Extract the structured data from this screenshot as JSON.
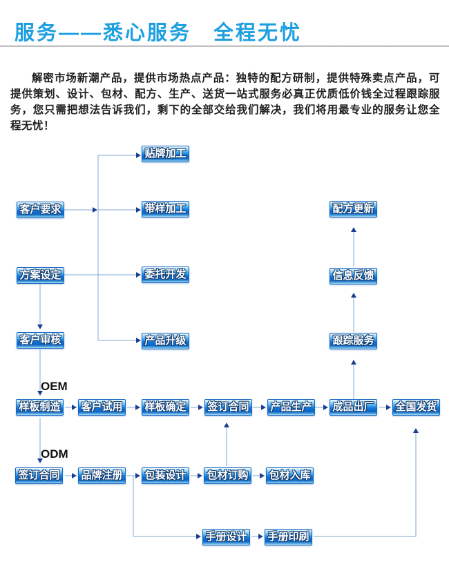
{
  "header": {
    "title": "服务——悉心服务　全程无忧"
  },
  "intro": {
    "text": "解密市场新潮产品，提供市场热点产品：独特的配方研制，提供特殊卖点产品，可提供策划、设计、包材、配方、生产、送货一站式服务必真正优质低价钱全过程跟踪服务，您只需把想法告诉我们，剩下的全部交给我们解决，我们将用最专业的服务让您全程无忧！"
  },
  "flowchart": {
    "oem_label": "OEM",
    "odm_label": "ODM",
    "nodes": [
      {
        "label": "贴牌加工"
      },
      {
        "label": "客户要求"
      },
      {
        "label": "带样加工"
      },
      {
        "label": "方案设定"
      },
      {
        "label": "委托开发"
      },
      {
        "label": "客户审核"
      },
      {
        "label": "产品升级"
      },
      {
        "label": "配方更新"
      },
      {
        "label": "信息反馈"
      },
      {
        "label": "跟踪服务"
      },
      {
        "label": "样板制造"
      },
      {
        "label": "客户试用"
      },
      {
        "label": "样板确定"
      },
      {
        "label": "签订合同"
      },
      {
        "label": "产品生产"
      },
      {
        "label": "成品出厂"
      },
      {
        "label": "全国发货"
      },
      {
        "label": "签订合同"
      },
      {
        "label": "品牌注册"
      },
      {
        "label": "包装设计"
      },
      {
        "label": "包材订购"
      },
      {
        "label": "包材入库"
      },
      {
        "label": "手册设计"
      },
      {
        "label": "手册印刷"
      }
    ]
  },
  "colors": {
    "title": "#1e9fe0",
    "node_border": "#1565c0",
    "node_fill_mid": "#1476d8",
    "connector_line": "#7fa9d2",
    "arrowhead": "#1c3e91"
  }
}
